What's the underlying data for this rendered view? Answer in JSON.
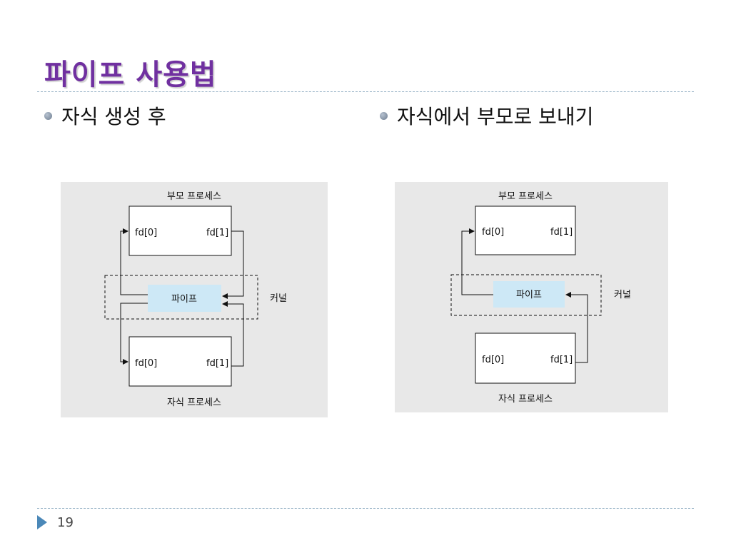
{
  "slide": {
    "title": "파이프 사용법",
    "page_number": "19"
  },
  "left": {
    "bullet": "자식 생성 후",
    "diagram": {
      "parent_label": "부모 프로세스",
      "child_label": "자식 프로세스",
      "pipe_label": "파이프",
      "kernel_label": "커널",
      "parent_fd0": "fd[0]",
      "parent_fd1": "fd[1]",
      "child_fd0": "fd[0]",
      "child_fd1": "fd[1]"
    }
  },
  "right": {
    "bullet": "자식에서 부모로 보내기",
    "diagram": {
      "parent_label": "부모 프로세스",
      "child_label": "자식 프로세스",
      "pipe_label": "파이프",
      "kernel_label": "커널",
      "parent_fd0": "fd[0]",
      "parent_fd1": "fd[1]",
      "child_fd0": "fd[0]",
      "child_fd1": "fd[1]"
    }
  },
  "colors": {
    "title": "#7030a0",
    "pipe_fill": "#cde8f6",
    "panel_bg": "#e8e8e8",
    "accent": "#4b88b8"
  }
}
